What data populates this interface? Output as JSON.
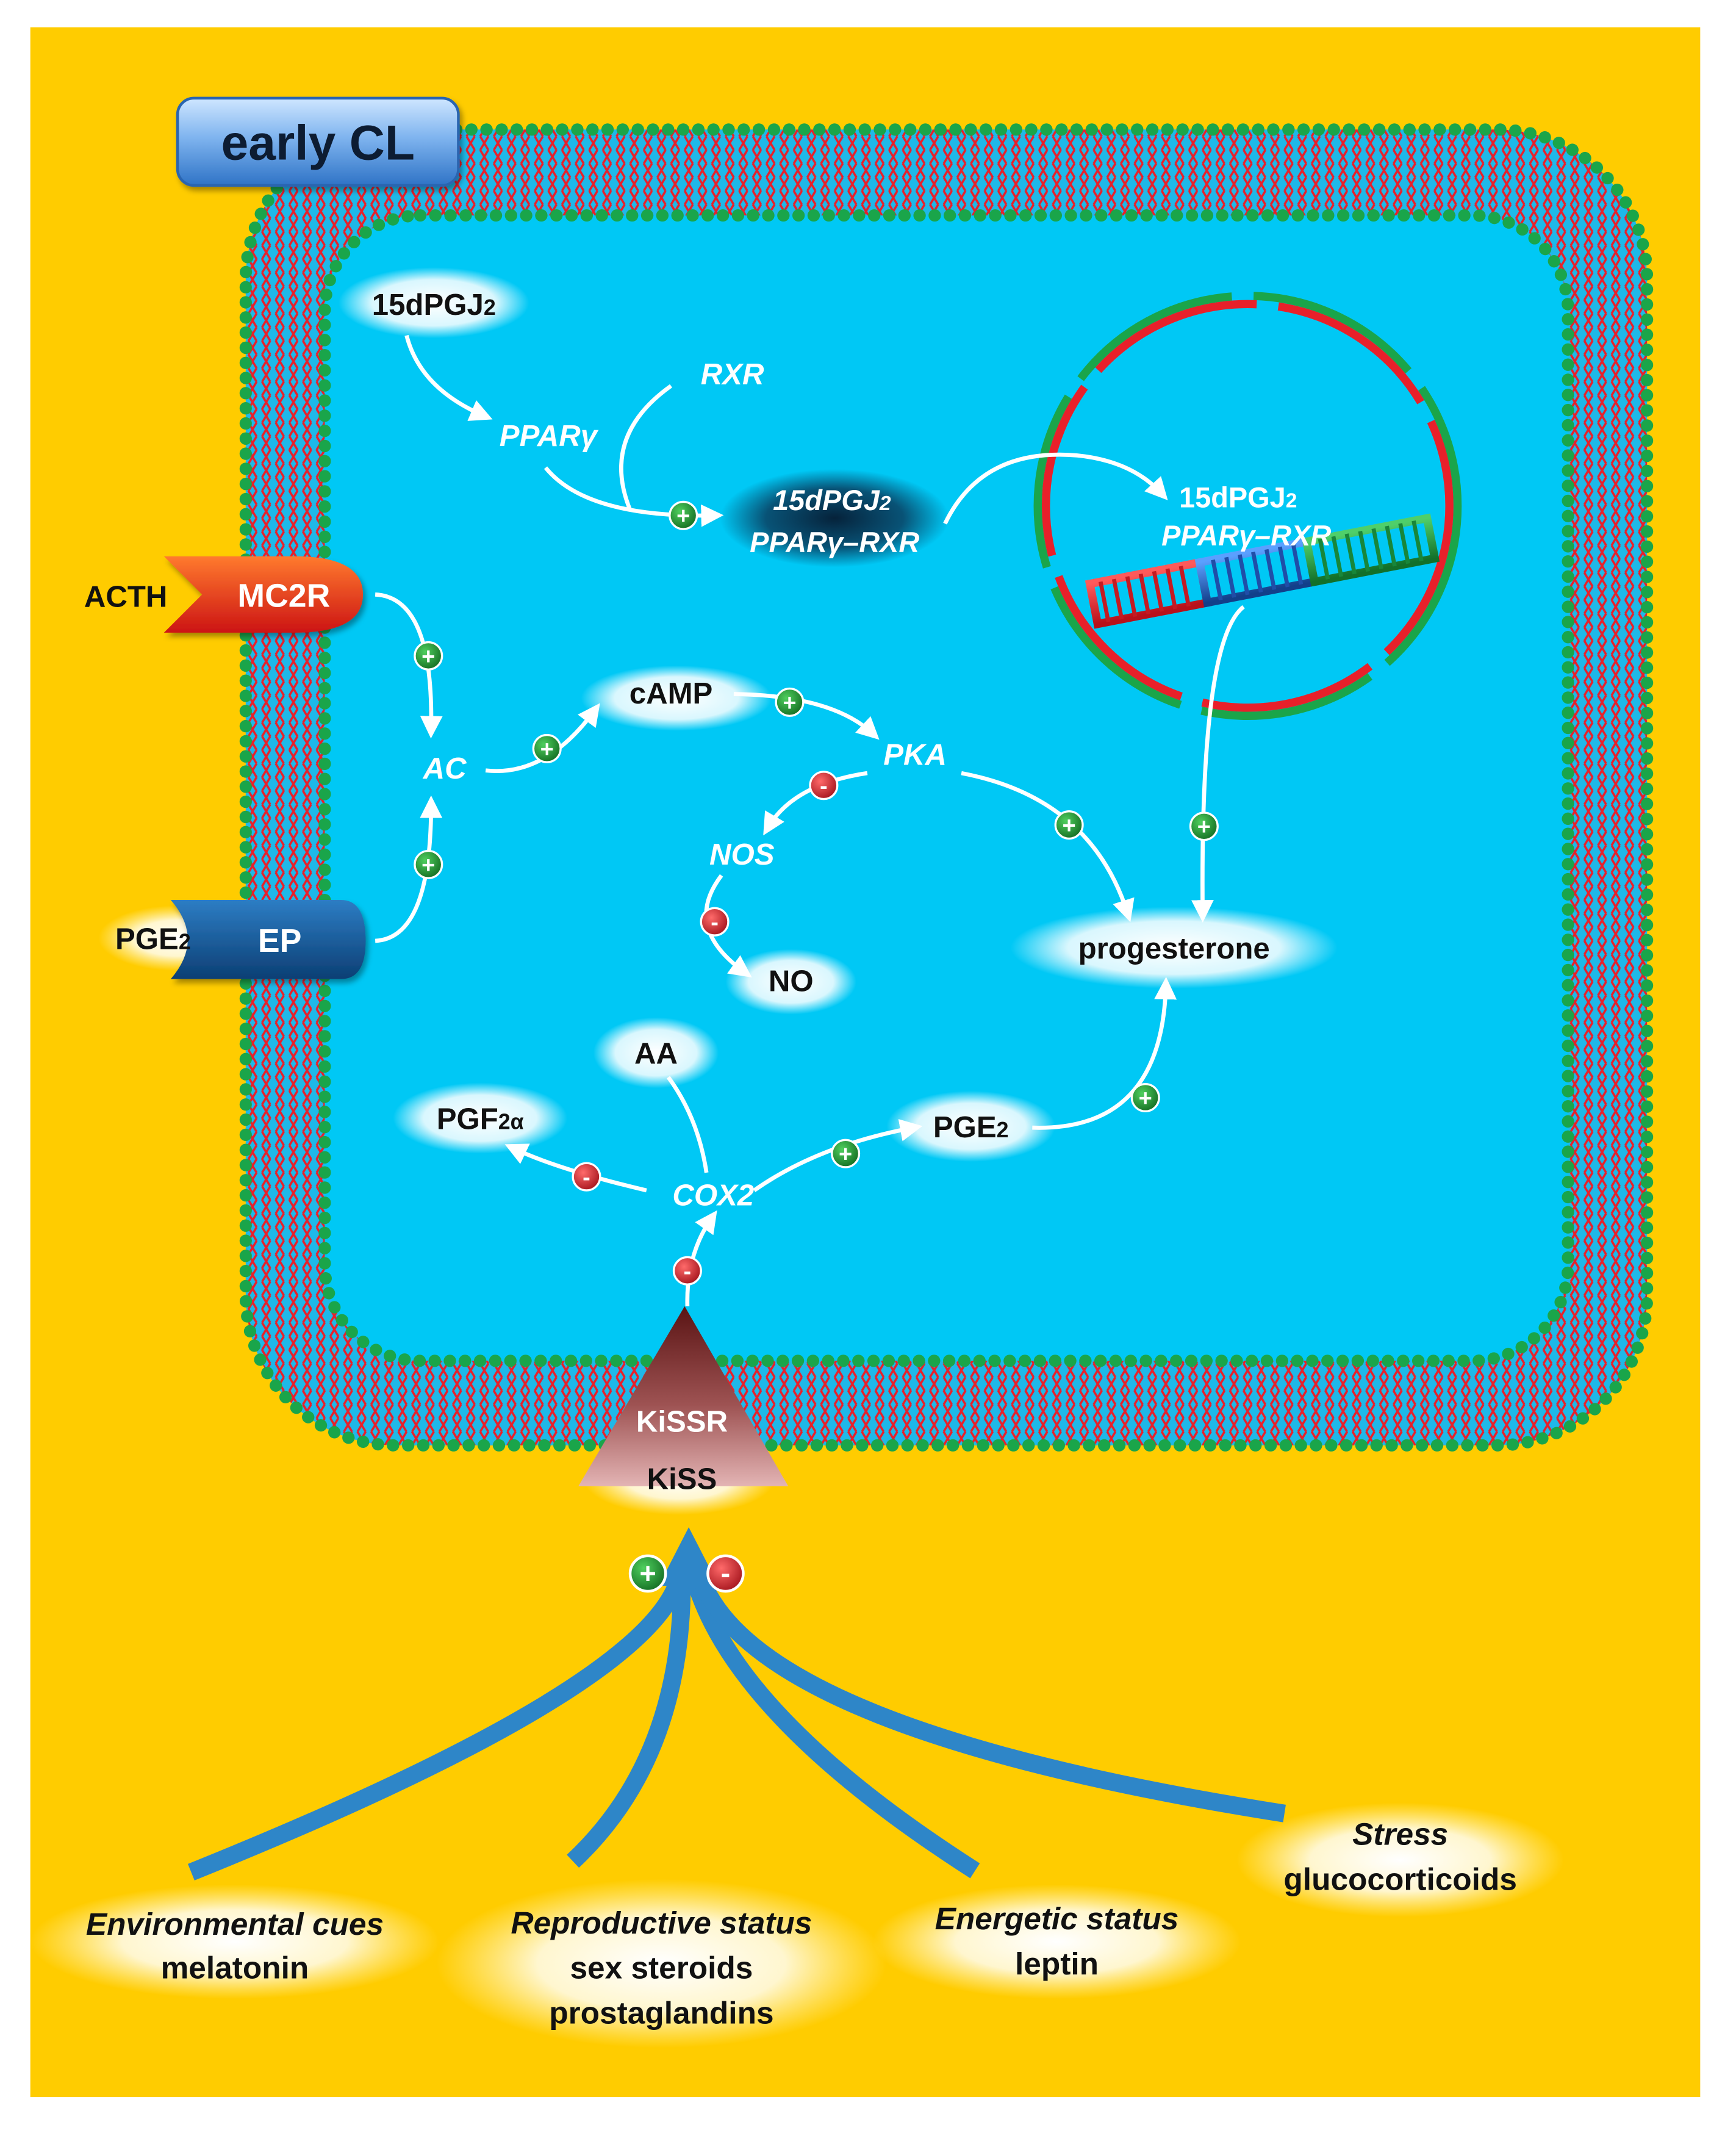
{
  "title_badge": "early CL",
  "receptors": {
    "acth": "ACTH",
    "mc2r": "MC2R",
    "pge2_ligand": "PGE",
    "pge2_ligand_sub": "2",
    "ep": "EP",
    "kissr": "KiSSR",
    "kiss": "KiSS"
  },
  "nodes": {
    "dpgj2_top": "15dPGJ",
    "dpgj2_top_sub": "2",
    "rxr": "RXR",
    "ppar": "PPARγ",
    "complex_line1": "15dPGJ",
    "complex_line1_sub": "2",
    "complex_line2": "PPARγ–RXR",
    "nucleus_line1": "15dPGJ",
    "nucleus_line1_sub": "2",
    "nucleus_line2": "PPARγ–RXR",
    "ac": "AC",
    "camp": "cAMP",
    "pka": "PKA",
    "nos": "NOS",
    "no": "NO",
    "progesterone": "progesterone",
    "aa": "AA",
    "pgf2a": "PGF",
    "pgf2a_sub": "2α",
    "cox2": "COX2",
    "pge2": "PGE",
    "pge2_sub": "2"
  },
  "signs": {
    "plus": "+",
    "minus": "-"
  },
  "regulators": [
    {
      "heading": "Environmental cues",
      "lines": [
        "melatonin"
      ]
    },
    {
      "heading": "Reproductive status",
      "lines": [
        "sex steroids",
        "prostaglandins"
      ]
    },
    {
      "heading": "Energetic status",
      "lines": [
        "leptin"
      ]
    },
    {
      "heading": "Stress",
      "lines": [
        "glucocorticoids"
      ]
    }
  ],
  "colors": {
    "background": "#FFCC00",
    "cytoplasm": "#00C8F5",
    "lipid_tail": "#E8202A",
    "lipid_head": "#1AA54A",
    "activation": "#1E8A2E",
    "inhibition": "#D9202A",
    "input_arrows": "#2E86C8"
  }
}
